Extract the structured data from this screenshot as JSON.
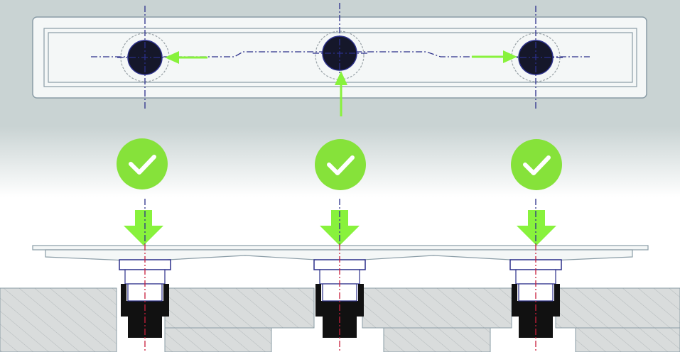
{
  "colors": {
    "background_top": "#c9d3d3",
    "background_bottom": "#ffffff",
    "tray": "#f4f7f7",
    "tray_outline": "#8a9ca6",
    "drain": "#15172a",
    "centerline": "#2b2f8a",
    "hole_dashed": "#9aa3a8",
    "arrow": "#88f23c",
    "check_badge": "#86e23a",
    "floor": "#d9dcdc",
    "floor_hatch": "#a9b0b3",
    "fitting_dark": "#111111",
    "fitting_outline": "#2b2f8a",
    "axis_red": "#c81e3c"
  },
  "icons": {
    "status": "checkmark-icon",
    "direction": "down-arrow-icon",
    "offset": "offset-arrow-icon"
  },
  "drain_positions": [
    {
      "id": "left",
      "offset_direction": "left",
      "status": "ok"
    },
    {
      "id": "center",
      "offset_direction": "up",
      "status": "ok"
    },
    {
      "id": "right",
      "offset_direction": "right",
      "status": "ok"
    }
  ]
}
